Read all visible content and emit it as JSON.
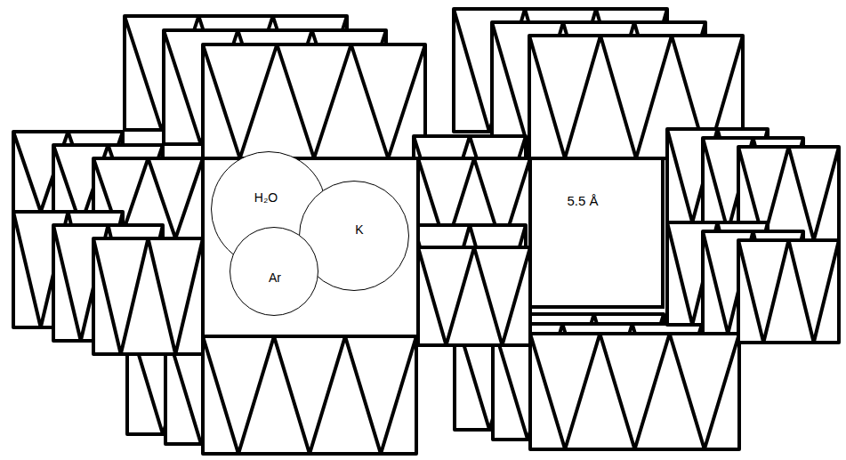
{
  "diagram": {
    "nodes": [
      {
        "text": [
          "H₂O"
        ]
      },
      {
        "text": [
          "K"
        ]
      },
      {
        "text": [
          "Ar"
        ]
      }
    ],
    "labels": [
      "5.5 Å"
    ]
  }
}
